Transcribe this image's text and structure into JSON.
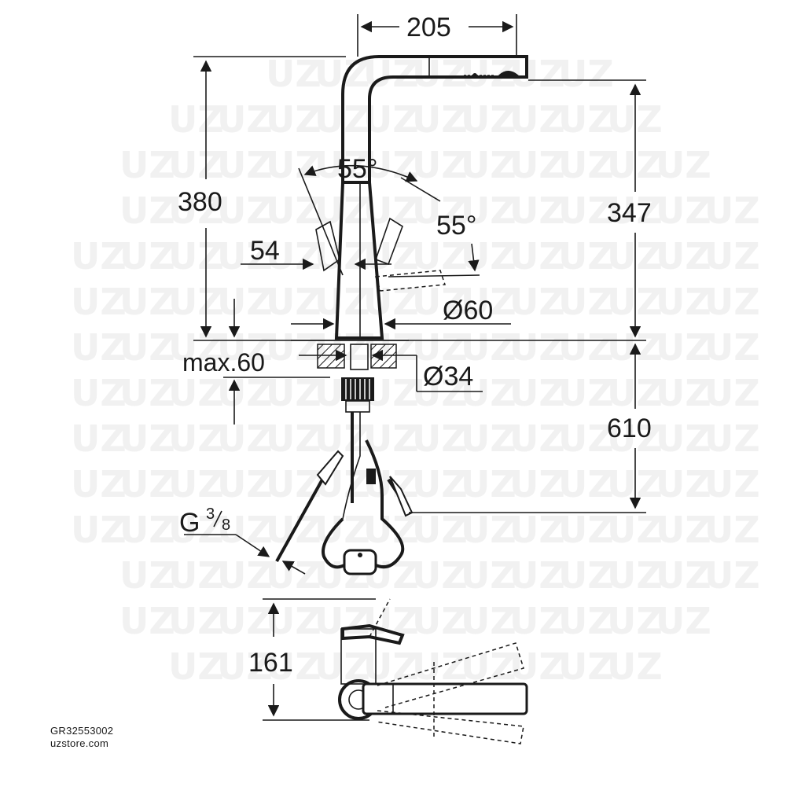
{
  "watermark": "UZ",
  "dimensions": {
    "width_top": "205",
    "height_left": "380",
    "height_right": "347",
    "angle_top": "55°",
    "angle_side": "55°",
    "offset": "54",
    "diameter_body": "Ø60",
    "max_thickness": "max.60",
    "diameter_hole": "Ø34",
    "below_deck": "610",
    "connection_G": "G",
    "connection_num": "3",
    "connection_den": "8",
    "lever_height": "161"
  },
  "footer": {
    "code": "GR32553002",
    "site": "uzstore.com"
  }
}
